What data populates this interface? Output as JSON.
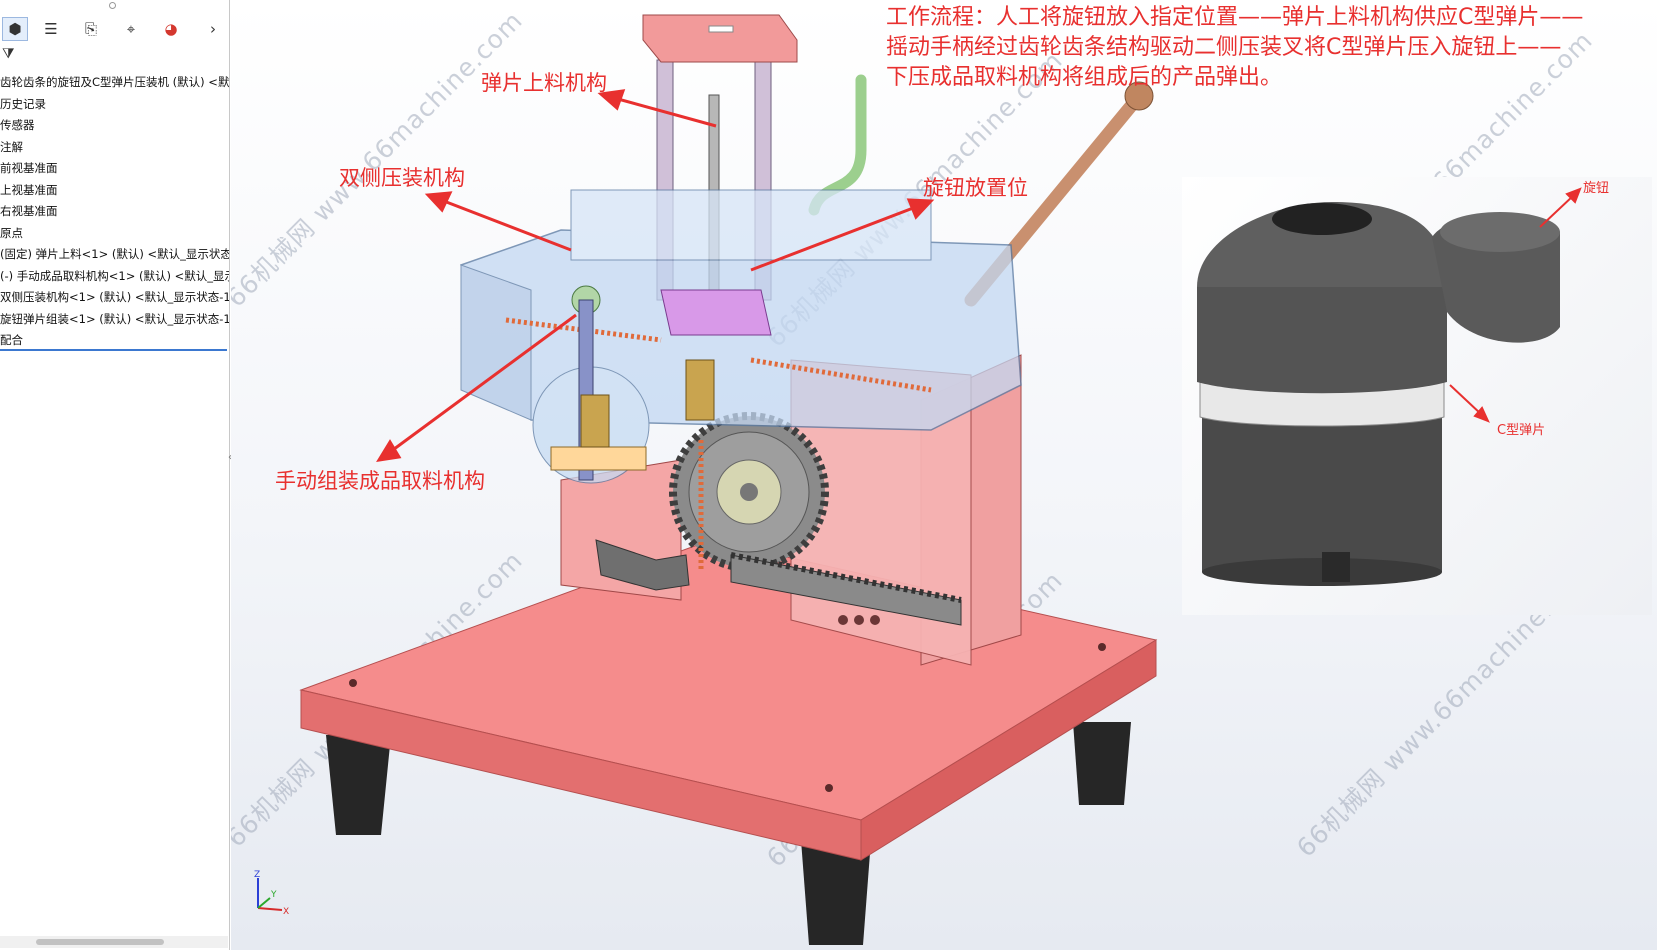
{
  "panel": {
    "tabs": [
      {
        "name": "feature-manager-tab",
        "glyph": "⬢"
      },
      {
        "name": "property-manager-tab",
        "glyph": "☰"
      },
      {
        "name": "configuration-manager-tab",
        "glyph": "⎘"
      },
      {
        "name": "dimxpert-tab",
        "glyph": "⌖"
      },
      {
        "name": "display-manager-tab",
        "glyph": "◕"
      },
      {
        "name": "more-tabs-arrow",
        "glyph": "›"
      }
    ],
    "filter_glyph": "⧩",
    "tree": [
      "齿轮齿条的旋钮及C型弹片压装机 (默认) <默",
      "历史记录",
      "传感器",
      "注解",
      "前视基准面",
      "上视基准面",
      "右视基准面",
      "原点",
      "(固定) 弹片上料<1> (默认) <默认_显示状态-",
      "(-) 手动成品取料机构<1> (默认) <默认_显示",
      "双侧压装机构<1> (默认) <默认_显示状态-1>",
      "旋钮弹片组装<1> (默认) <默认_显示状态-1>",
      "配合"
    ]
  },
  "annotations": {
    "workflow": "工作流程：人工将旋钮放入指定位置——弹片上料机构供应C型弹片——\n摇动手柄经过齿轮齿条结构驱动二侧压装叉将C型弹片压入旋钮上——\n下压成品取料机构将组成后的产品弹出。",
    "spring_feed": "弹片上料机构",
    "double_press": "双侧压装机构",
    "knob_position": "旋钮放置位",
    "manual_takeout": "手动组装成品取料机构",
    "knob": "旋钮",
    "c_spring": "C型弹片"
  },
  "watermark": "66机械网 www.66machine.com",
  "triad": {
    "z": "Z",
    "x": "X",
    "y": "Y"
  },
  "colors": {
    "annotation": "#e8302f",
    "base_plate": "#f08080",
    "selection_blue": "#3b78d0"
  }
}
